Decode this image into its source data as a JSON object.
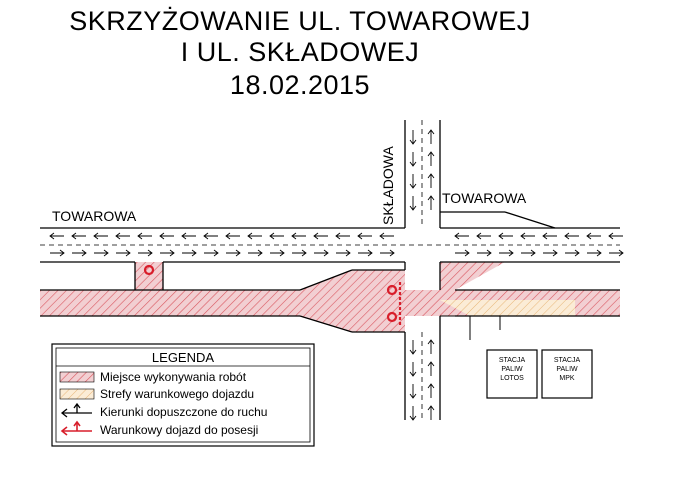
{
  "title": {
    "line1": "SKRZYŻOWANIE UL. TOWAROWEJ",
    "line2": "I UL. SKŁADOWEJ",
    "line3": "18.02.2015"
  },
  "streets": {
    "towarowa_left": "TOWAROWA",
    "towarowa_right": "TOWAROWA",
    "skladowa": "SKŁADOWA"
  },
  "stations": [
    {
      "line1": "STACJA",
      "line2": "PALIW",
      "line3": "LOTOS"
    },
    {
      "line1": "STACJA",
      "line2": "PALIW",
      "line3": "MPK"
    }
  ],
  "legend": {
    "title": "LEGENDA",
    "items": [
      {
        "label": "Miejsce wykonywania robót",
        "kind": "work-zone"
      },
      {
        "label": "Strefy warunkowego dojazdu",
        "kind": "conditional-zone"
      },
      {
        "label": "Kierunki dopuszczone do ruchu",
        "kind": "black-arrow"
      },
      {
        "label": "Warunkowy dojazd do posesji",
        "kind": "red-arrow"
      }
    ]
  },
  "colors": {
    "work_fill": "#f2cfd2",
    "work_hatch": "#d9565f",
    "conditional_fill": "#fbecd6",
    "conditional_hatch": "#e8b77a",
    "red_marker": "#d81e2b"
  }
}
